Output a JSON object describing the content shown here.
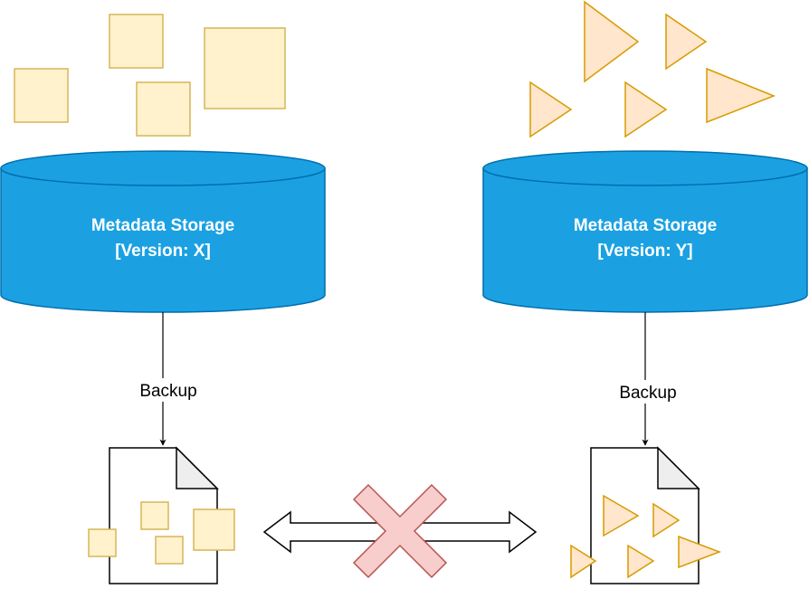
{
  "colors": {
    "square_fill": "#fff2cc",
    "square_stroke": "#d6b656",
    "triangle_fill": "#ffe6cc",
    "triangle_stroke": "#d79b00",
    "database_fill": "#1ba1e2",
    "database_stroke": "#006eaf",
    "database_text": "#ffffff",
    "file_fill": "#ffffff",
    "file_fold_fill": "#eeeeee",
    "file_stroke": "#000000",
    "cross_fill": "#f8cecc",
    "cross_stroke": "#b85450",
    "line": "#000000"
  },
  "left": {
    "database": {
      "line1": "Metadata Storage",
      "line2": "[Version: X]"
    },
    "edge_label": "Backup"
  },
  "right": {
    "database": {
      "line1": "Metadata Storage",
      "line2": "[Version: Y]"
    },
    "edge_label": "Backup"
  }
}
